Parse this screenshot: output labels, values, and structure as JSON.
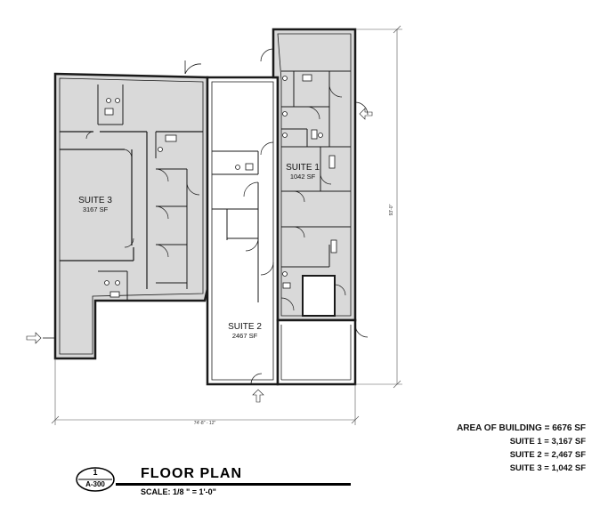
{
  "drawing": {
    "title": "FLOOR  PLAN",
    "scale": "SCALE: 1/8 \" = 1'-0\"",
    "detail_number": "1",
    "sheet_number": "A-300"
  },
  "suites": [
    {
      "name": "SUITE 3",
      "area": "3167 SF"
    },
    {
      "name": "SUITE 2",
      "area": "2467 SF"
    },
    {
      "name": "SUITE 1",
      "area": "1042 SF"
    }
  ],
  "dimensions": {
    "overall_width": "74'-8\" - 12\"",
    "overall_height": "93'-0\""
  },
  "notes": {
    "total": "AREA  OF BUILDING = 6676 SF",
    "lines": [
      "SUITE 1 = 3,167 SF",
      "SUITE 2 = 2,467 SF",
      "SUITE 3 = 1,042 SF"
    ]
  },
  "colors": {
    "wall": "#1a1a1a",
    "suite_fill": "#d9d9d9",
    "suite2_fill": "#ffffff",
    "dimension_line": "#555555"
  }
}
